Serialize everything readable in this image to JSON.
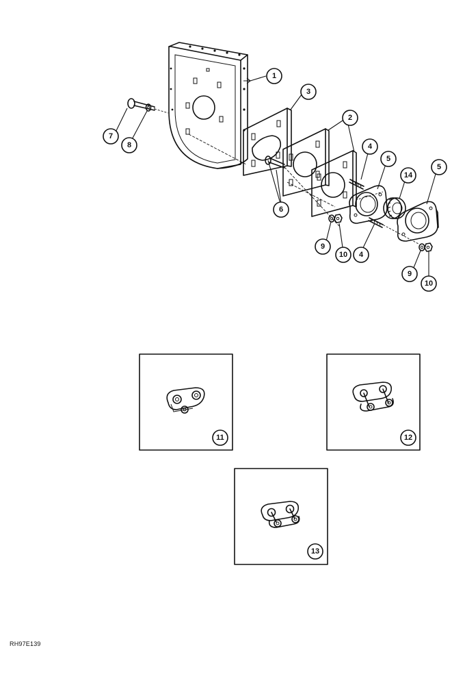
{
  "callouts": {
    "c1": "1",
    "c2": "2",
    "c3": "3",
    "c4a": "4",
    "c4b": "4",
    "c5a": "5",
    "c5b": "5",
    "c6": "6",
    "c7": "7",
    "c8": "8",
    "c9a": "9",
    "c9b": "9",
    "c10a": "10",
    "c10b": "10",
    "c11": "11",
    "c12": "12",
    "c13": "13",
    "c14": "14"
  },
  "figure_ref": "RH97E139"
}
